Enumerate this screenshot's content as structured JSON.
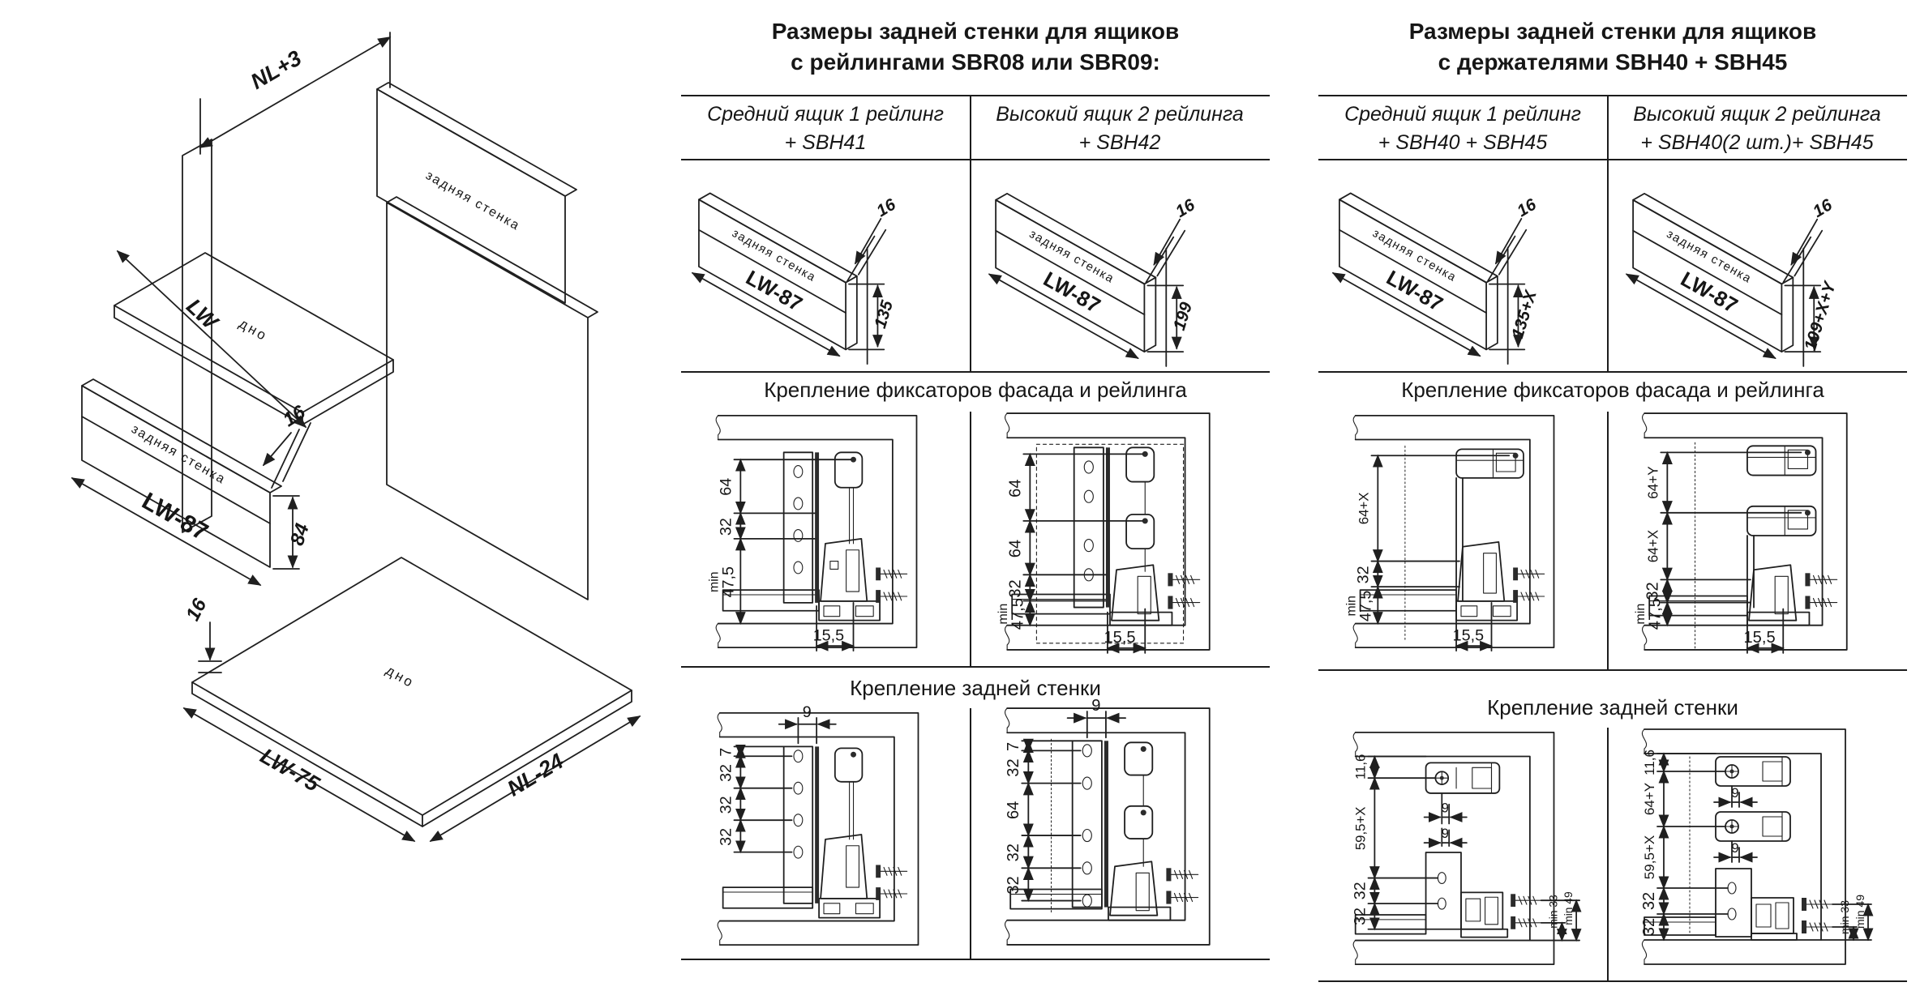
{
  "iso": {
    "nl3": "NL+3",
    "lw": "LW",
    "back_top": "задняя стенка",
    "dno_top": "дно",
    "back_mid": "задняя стенка",
    "lw87": "LW-87",
    "t16": "16",
    "h84": "84",
    "t16b": "16",
    "dno_bot": "дно",
    "lw75": "LW-75",
    "nl24": "NL-24"
  },
  "mid": {
    "title1": "Размеры задней стенки для ящиков",
    "title2": "с рейлингами SBR08 или SBR09:",
    "h1a": "Средний ящик 1 рейлинг",
    "h1b": "+ SBH41",
    "h2a": "Высокий ящик 2 рейлинга",
    "h2b": "+ SBH42",
    "panel1": {
      "name": "задняя стенка",
      "w": "LW-87",
      "t": "16",
      "h": "135"
    },
    "panel2": {
      "name": "задняя стенка",
      "w": "LW-87",
      "t": "16",
      "h": "199"
    },
    "sec_fix": "Крепление фиксаторов фасада и рейлинга",
    "fix1": {
      "d1": "64",
      "d2": "32",
      "min": "min",
      "minv": "47,5",
      "b": "15,5"
    },
    "fix2": {
      "d1": "64",
      "d2": "64",
      "d3": "32",
      "min": "min",
      "minv": "47,5",
      "b": "15,5"
    },
    "sec_rear": "Крепление задней стенки",
    "rear1": {
      "t": "9",
      "d1": "7",
      "d2": "32",
      "d3": "32",
      "d4": "32"
    },
    "rear2": {
      "t": "9",
      "d1": "7",
      "d2": "32",
      "d3": "64",
      "d4": "32",
      "d5": "32"
    }
  },
  "right": {
    "title1": "Размеры задней стенки для ящиков",
    "title2": "с держателями SBH40 + SBH45",
    "h1a": "Средний ящик 1 рейлинг",
    "h1b": "+ SBH40 + SBH45",
    "h2a": "Высокий ящик 2 рейлинга",
    "h2b": "+ SBH40(2 шт.)+ SBH45",
    "panel1": {
      "name": "задняя стенка",
      "w": "LW-87",
      "t": "16",
      "h": "135+X"
    },
    "panel2": {
      "name": "задняя стенка",
      "w": "LW-87",
      "t": "16",
      "h": "199+X+Y"
    },
    "sec_fix": "Крепление фиксаторов фасада и рейлинга",
    "fix1": {
      "d1": "64+X",
      "d2": "32",
      "min": "min",
      "minv": "47,5",
      "b": "15,5"
    },
    "fix2": {
      "d1": "64+Y",
      "d2": "64+X",
      "d3": "32",
      "min": "min",
      "minv": "47,5",
      "b": "15,5"
    },
    "sec_rear": "Крепление задней стенки",
    "rear1": {
      "d0": "11,6",
      "d1": "59,5+X",
      "d2": "32",
      "d3": "32",
      "s1": "9",
      "s2": "9",
      "m33": "min 33",
      "m49": "min 49"
    },
    "rear2": {
      "d0": "11,6",
      "d1": "64+Y",
      "d2": "59,5+X",
      "d3": "32",
      "d4": "32",
      "s1": "9",
      "s2": "9",
      "m33": "min 33",
      "m49": "min 49"
    }
  }
}
